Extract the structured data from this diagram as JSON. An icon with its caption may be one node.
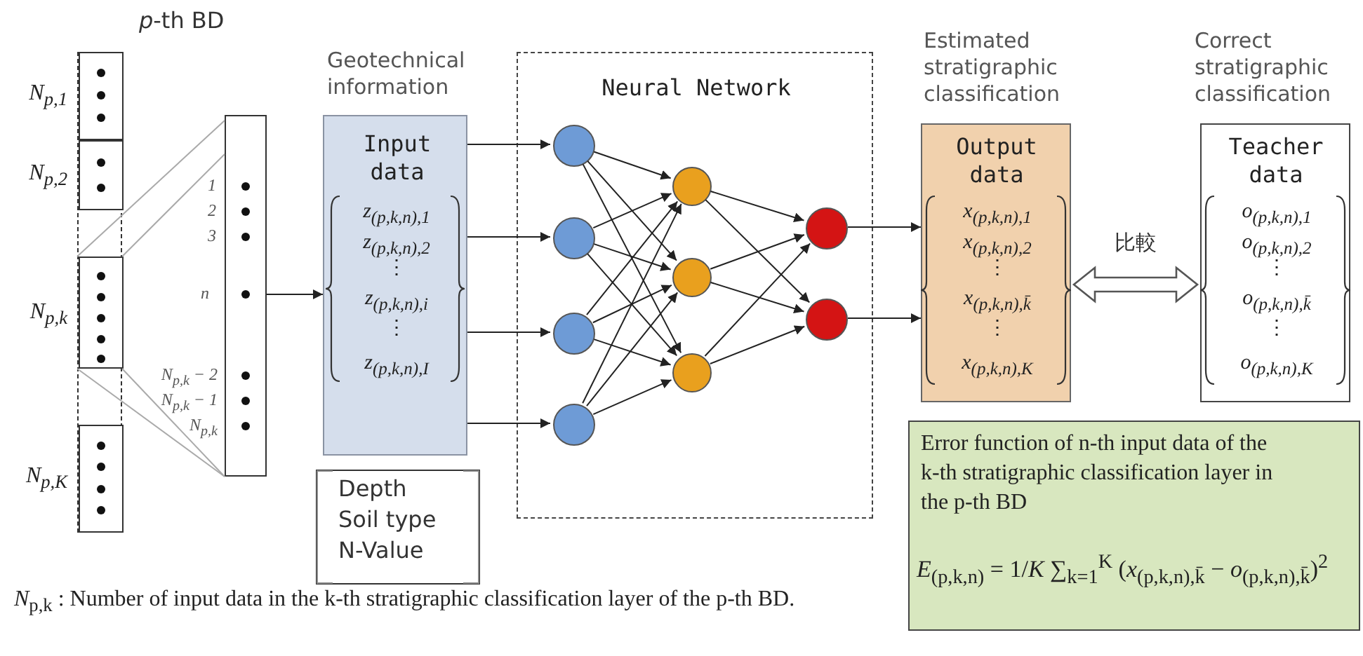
{
  "diagram": {
    "nodes": [
      {
        "text": [
          "*p*-th BD"
        ]
      },
      {
        "text": [],
        "shape": "box",
        "in": 0,
        "beside": [
          "N$_{p,1}$"
        ]
      },
      {
        "text": [],
        "shape": "box",
        "in": 0,
        "beside": [
          "N$_{p,2}$"
        ]
      },
      {
        "text": [],
        "shape": "box",
        "in": 0,
        "beside": [
          "N$_{p,k}$"
        ]
      },
      {
        "text": [],
        "shape": "box",
        "in": 0,
        "beside": [
          "N$_{p,K}$"
        ]
      },
      {
        "text": [],
        "shape": "box",
        "beside": [
          "1",
          "2",
          "3",
          "n",
          "N$_{p,k}$ − 2",
          "N$_{p,k}$ − 1",
          "N$_{p,k}$"
        ]
      },
      {
        "text": [
          "Geotechnical information",
          "Input data",
          "z$_{(p,k,n),1}$",
          "z$_{(p,k,n),2}$",
          "⋮",
          "z$_{(p,k,n),i}$",
          "⋮",
          "z$_{(p,k,n),I}$"
        ]
      },
      {
        "text": [
          "Depth",
          "Soil type",
          "N-Value"
        ]
      },
      {
        "text": [
          "Neural Network"
        ]
      },
      {
        "text": [],
        "shape": "circle",
        "in": 8
      },
      {
        "text": [],
        "shape": "circle",
        "in": 8
      },
      {
        "text": [],
        "shape": "circle",
        "in": 8
      },
      {
        "text": [],
        "shape": "circle",
        "in": 8
      },
      {
        "text": [],
        "shape": "circle",
        "in": 8
      },
      {
        "text": [],
        "shape": "circle",
        "in": 8
      },
      {
        "text": [],
        "shape": "circle",
        "in": 8
      },
      {
        "text": [],
        "shape": "circle",
        "in": 8
      },
      {
        "text": [],
        "shape": "circle",
        "in": 8
      },
      {
        "text": [
          "Estimated stratigraphic classification",
          "Output data",
          "x$_{(p,k,n),1}$",
          "x$_{(p,k,n),2}$",
          "⋮",
          "x$_{(p,k,n),k̄}$",
          "⋮",
          "x$_{(p,k,n),K}$"
        ]
      },
      {
        "text": [
          "Correct stratigraphic classification",
          "Teacher data",
          "o$_{(p,k,n),1}$",
          "o$_{(p,k,n),2}$",
          "⋮",
          "o$_{(p,k,n),k̄}$",
          "⋮",
          "o$_{(p,k,n),K}$"
        ]
      },
      {
        "text": [
          "Error function of n-th input data of the k-th stratigraphic classification layer in the p-th BD",
          "*E*$_{(p,k,n)}$ = 1/*K* ∑$_{k=1}$$^{K}$ (*x*$_{(p,k,n),k̄}$ − *o*$_{(p,k,n),k̄}$)$^{2}$"
        ]
      }
    ],
    "edges": [
      {
        "from": 3,
        "to": 5,
        "arrow": "none",
        "color": "#aaaaaa"
      },
      {
        "from": 3,
        "to": 5,
        "arrow": "none",
        "color": "#aaaaaa"
      },
      {
        "from": 3,
        "to": 5,
        "arrow": "none",
        "color": "#aaaaaa"
      },
      {
        "from": 3,
        "to": 5,
        "arrow": "none",
        "color": "#aaaaaa"
      },
      {
        "from": 5,
        "to": 6,
        "arrow": "to"
      },
      {
        "from": 6,
        "to": 9,
        "arrow": "to"
      },
      {
        "from": 6,
        "to": 10,
        "arrow": "to"
      },
      {
        "from": 6,
        "to": 11,
        "arrow": "to"
      },
      {
        "from": 6,
        "to": 12,
        "arrow": "to"
      },
      {
        "from": 9,
        "to": 13,
        "arrow": "to"
      },
      {
        "from": 9,
        "to": 14,
        "arrow": "to"
      },
      {
        "from": 9,
        "to": 15,
        "arrow": "to"
      },
      {
        "from": 10,
        "to": 13,
        "arrow": "to"
      },
      {
        "from": 10,
        "to": 14,
        "arrow": "to"
      },
      {
        "from": 10,
        "to": 15,
        "arrow": "to"
      },
      {
        "from": 11,
        "to": 13,
        "arrow": "to"
      },
      {
        "from": 11,
        "to": 14,
        "arrow": "to"
      },
      {
        "from": 11,
        "to": 15,
        "arrow": "to"
      },
      {
        "from": 12,
        "to": 13,
        "arrow": "to"
      },
      {
        "from": 12,
        "to": 14,
        "arrow": "to"
      },
      {
        "from": 12,
        "to": 15,
        "arrow": "to"
      },
      {
        "from": 13,
        "to": 16,
        "arrow": "to"
      },
      {
        "from": 13,
        "to": 17,
        "arrow": "to"
      },
      {
        "from": 14,
        "to": 16,
        "arrow": "to"
      },
      {
        "from": 14,
        "to": 17,
        "arrow": "to"
      },
      {
        "from": 15,
        "to": 16,
        "arrow": "to"
      },
      {
        "from": 15,
        "to": 17,
        "arrow": "to"
      },
      {
        "from": 16,
        "to": 18,
        "arrow": "to"
      },
      {
        "from": 17,
        "to": 18,
        "arrow": "to"
      },
      {
        "from": 18,
        "to": 19,
        "arrow": "both",
        "label": "比較"
      }
    ],
    "labels": [
      "*N*$_{p,k}$ : Number of input data in the k-th stratigraphic classification layer of the p-th BD."
    ]
  }
}
